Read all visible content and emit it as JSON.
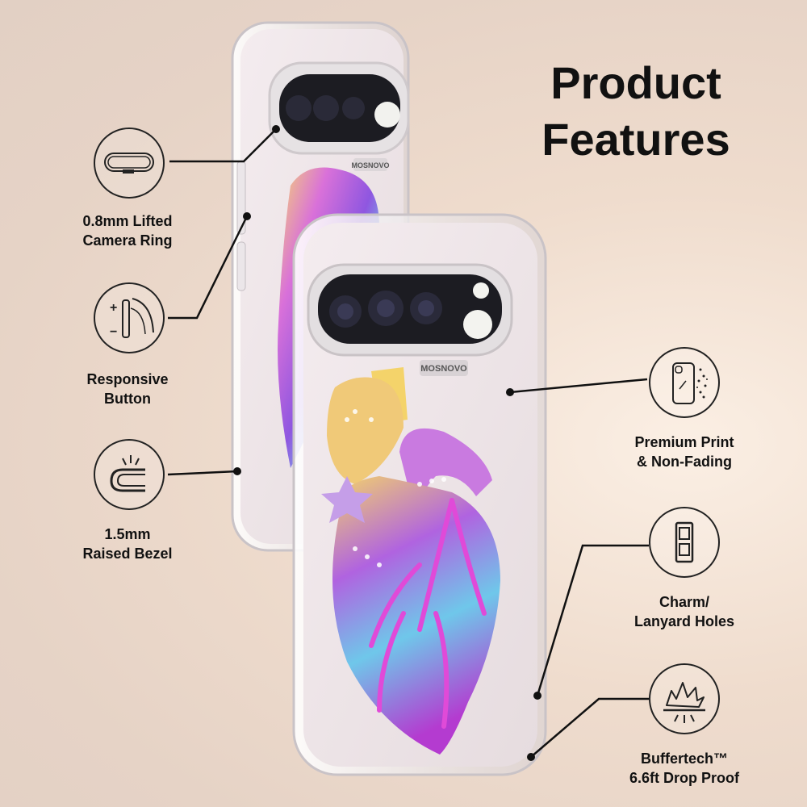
{
  "title": {
    "line1": "Product",
    "line2": "Features"
  },
  "brand": {
    "logo_text": "MOSNOVO"
  },
  "features": [
    {
      "id": "camera-ring",
      "label": "0.8mm Lifted\nCamera Ring",
      "icon": "camera-ring-icon"
    },
    {
      "id": "responsive-button",
      "label": "Responsive\nButton",
      "icon": "side-button-icon"
    },
    {
      "id": "raised-bezel",
      "label": "1.5mm\nRaised Bezel",
      "icon": "raised-bezel-icon"
    },
    {
      "id": "premium-print",
      "label": "Premium Print\n& Non-Fading",
      "icon": "phone-print-icon"
    },
    {
      "id": "lanyard-holes",
      "label": "Charm/\nLanyard Holes",
      "icon": "lanyard-holes-icon"
    },
    {
      "id": "drop-proof",
      "label": "Buffertech™\n6.6ft Drop Proof",
      "icon": "impact-burst-icon"
    }
  ],
  "button_symbols": {
    "plus": "+",
    "minus": "−"
  },
  "colors": {
    "heart_magenta": "#c93fd6",
    "heart_violet": "#8a4fe0",
    "heart_cyan": "#6fd3e8",
    "heart_yellow": "#f4d36a",
    "camera_bar": "#1c1c22",
    "accent_line": "#111111"
  }
}
